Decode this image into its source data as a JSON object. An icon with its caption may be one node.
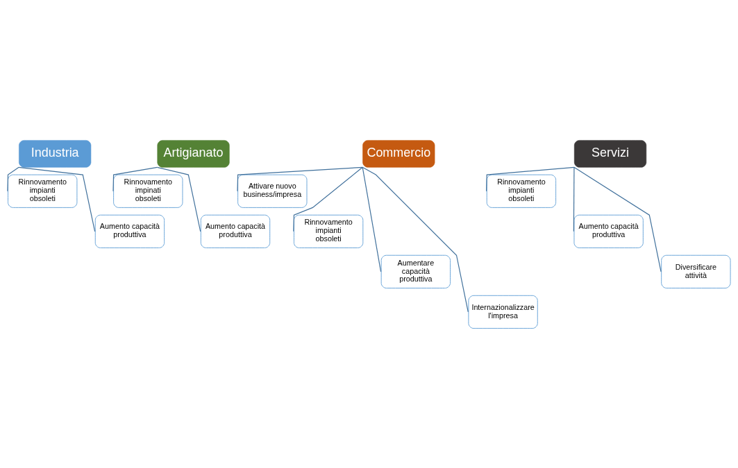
{
  "diagram": {
    "nodes": [
      {
        "text": [
          "Industria"
        ]
      },
      {
        "text": [
          "Rinnovamento impianti obsoleti"
        ]
      },
      {
        "text": [
          "Aumento capacità produttiva"
        ]
      },
      {
        "text": [
          "Artigianato"
        ]
      },
      {
        "text": [
          "Rinnovamento impinati obsoleti"
        ]
      },
      {
        "text": [
          "Aumento capacità produttiva"
        ]
      },
      {
        "text": [
          "Commercio"
        ]
      },
      {
        "text": [
          "Attivare nuovo business/impresa"
        ]
      },
      {
        "text": [
          "Rinnovamento impianti obsoleti"
        ]
      },
      {
        "text": [
          "Aumentare capacità produttiva"
        ]
      },
      {
        "text": [
          "Internazionalizzare l'impresa"
        ]
      },
      {
        "text": [
          "Servizi"
        ]
      },
      {
        "text": [
          "Rinnovamento impianti obsoleti"
        ]
      },
      {
        "text": [
          "Aumento capacità produttiva"
        ]
      },
      {
        "text": [
          "Diversificare attività"
        ]
      }
    ],
    "edges": [
      {
        "from": 0,
        "to": 1,
        "arrow": "none"
      },
      {
        "from": 0,
        "to": 2,
        "arrow": "none"
      },
      {
        "from": 3,
        "to": 4,
        "arrow": "none"
      },
      {
        "from": 3,
        "to": 5,
        "arrow": "none"
      },
      {
        "from": 6,
        "to": 7,
        "arrow": "none"
      },
      {
        "from": 6,
        "to": 8,
        "arrow": "none"
      },
      {
        "from": 6,
        "to": 9,
        "arrow": "none"
      },
      {
        "from": 6,
        "to": 10,
        "arrow": "none"
      },
      {
        "from": 11,
        "to": 12,
        "arrow": "none"
      },
      {
        "from": 11,
        "to": 13,
        "arrow": "none"
      },
      {
        "from": 11,
        "to": 14,
        "arrow": "none"
      }
    ]
  }
}
